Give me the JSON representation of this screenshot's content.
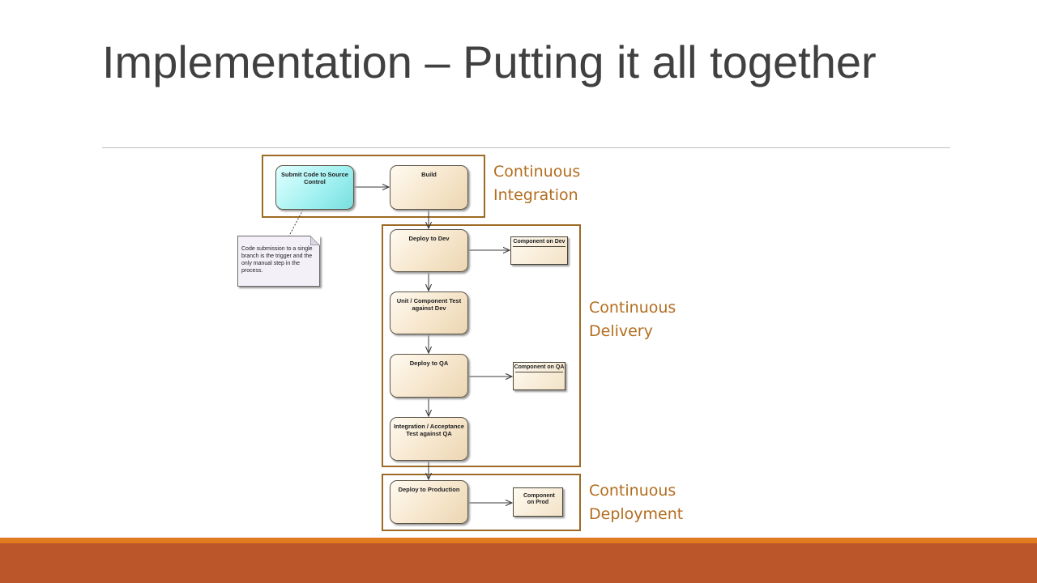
{
  "slide": {
    "title": "Implementation – Putting it all together"
  },
  "groups": [
    {
      "id": "ci",
      "label": "Continuous\nIntegration"
    },
    {
      "id": "cd",
      "label": "Continuous\nDelivery"
    },
    {
      "id": "cdep",
      "label": "Continuous\nDeployment"
    }
  ],
  "nodes": {
    "submit": "Submit Code to Source Control",
    "build": "Build",
    "deploy_dev": "Deploy to Dev",
    "unit_test": "Unit / Component Test against Dev",
    "deploy_qa": "Deploy to QA",
    "integration_test": "Integration / Acceptance Test against QA",
    "deploy_prod": "Deploy to Production"
  },
  "artifacts": {
    "component_dev": "Component on Dev",
    "component_qa": "Component on QA",
    "component_prod": "Component on Prod"
  },
  "note": {
    "text": "Code submission to a single branch is the trigger and the only manual step in the process."
  },
  "colors": {
    "title_text": "#404040",
    "group_border": "#9c6a24",
    "group_label": "#b26d1e",
    "footer_bar": "#bb552a",
    "footer_stripe": "#e07b20",
    "start_node_fill": "#9ff0f0",
    "node_fill": "#f6e6cc",
    "note_fill": "#f4f0f8"
  }
}
